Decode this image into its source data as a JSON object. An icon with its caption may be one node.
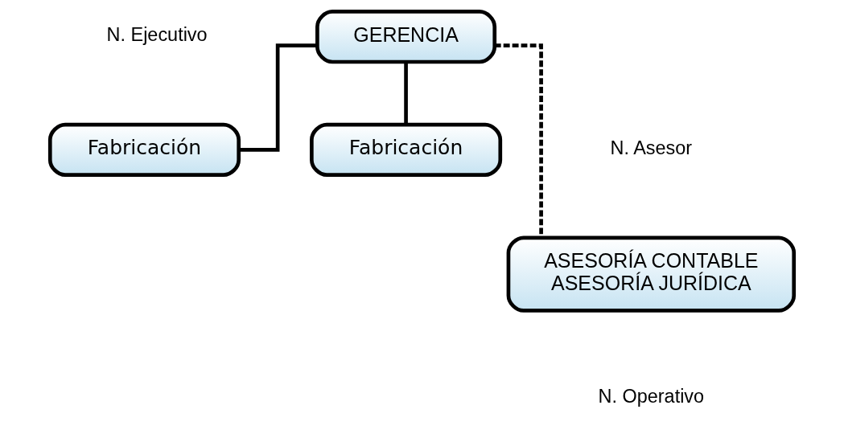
{
  "diagram": {
    "nodes": [
      {
        "text": [
          "GERENCIA"
        ]
      },
      {
        "text": [
          "ASESORÍA CONTABLE",
          "ASESORÍA JURÍDICA"
        ]
      },
      {
        "text": [
          "Fabricación"
        ]
      },
      {
        "text": [
          "Fabricación"
        ]
      }
    ],
    "edges": [
      {
        "from": 0,
        "to": 1,
        "arrow": "none",
        "style": "dashed"
      },
      {
        "from": 0,
        "to": 2,
        "arrow": "none"
      },
      {
        "from": 0,
        "to": 3,
        "arrow": "none"
      }
    ],
    "labels": [
      "N. Ejecutivo",
      "N. Asesor",
      "N. Operativo"
    ]
  }
}
